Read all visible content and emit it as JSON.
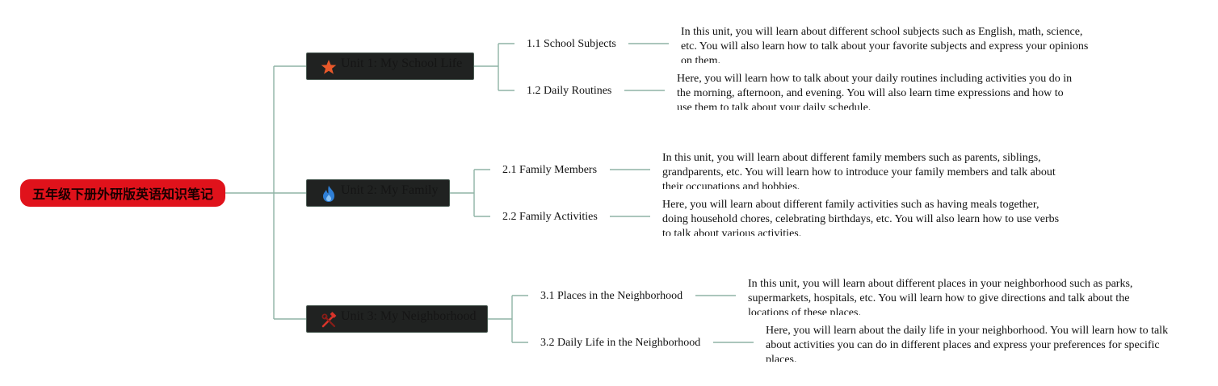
{
  "root": {
    "title": "五年级下册外研版英语知识笔记"
  },
  "units": [
    {
      "title": "Unit 1: My School Life",
      "icon": "star-icon",
      "icon_color": "#e8582a",
      "topics": [
        {
          "title": "1.1 School Subjects",
          "description": "In this unit, you will learn about different school subjects such as English, math, science, etc. You will also learn how to talk about your favorite subjects and express your opinions on them."
        },
        {
          "title": "1.2 Daily Routines",
          "description": "Here, you will learn how to talk about your daily routines including activities you do in the morning, afternoon, and evening. You will also learn time expressions and how to use them to talk about your daily schedule."
        }
      ]
    },
    {
      "title": "Unit 2: My Family",
      "icon": "flame-icon",
      "icon_color": "#2f7fd6",
      "topics": [
        {
          "title": "2.1 Family Members",
          "description": "In this unit, you will learn about different family members such as parents, siblings, grandparents, etc. You will learn how to introduce your family members and talk about their occupations and hobbies."
        },
        {
          "title": "2.2 Family Activities",
          "description": "Here, you will learn about different family activities such as having meals together, doing household chores, celebrating birthdays, etc. You will also learn how to use verbs to talk about various activities."
        }
      ]
    },
    {
      "title": "Unit 3: My Neighborhood",
      "icon": "tools-icon",
      "icon_color": "#d8342a",
      "topics": [
        {
          "title": "3.1 Places in the Neighborhood",
          "description": "In this unit, you will learn about different places in your neighborhood such as parks, supermarkets, hospitals, etc. You will learn how to give directions and talk about the locations of these places."
        },
        {
          "title": "3.2 Daily Life in the Neighborhood",
          "description": "Here, you will learn about the daily life in your neighborhood. You will learn how to talk about activities you can do in different places and express your preferences for specific places."
        }
      ]
    }
  ]
}
